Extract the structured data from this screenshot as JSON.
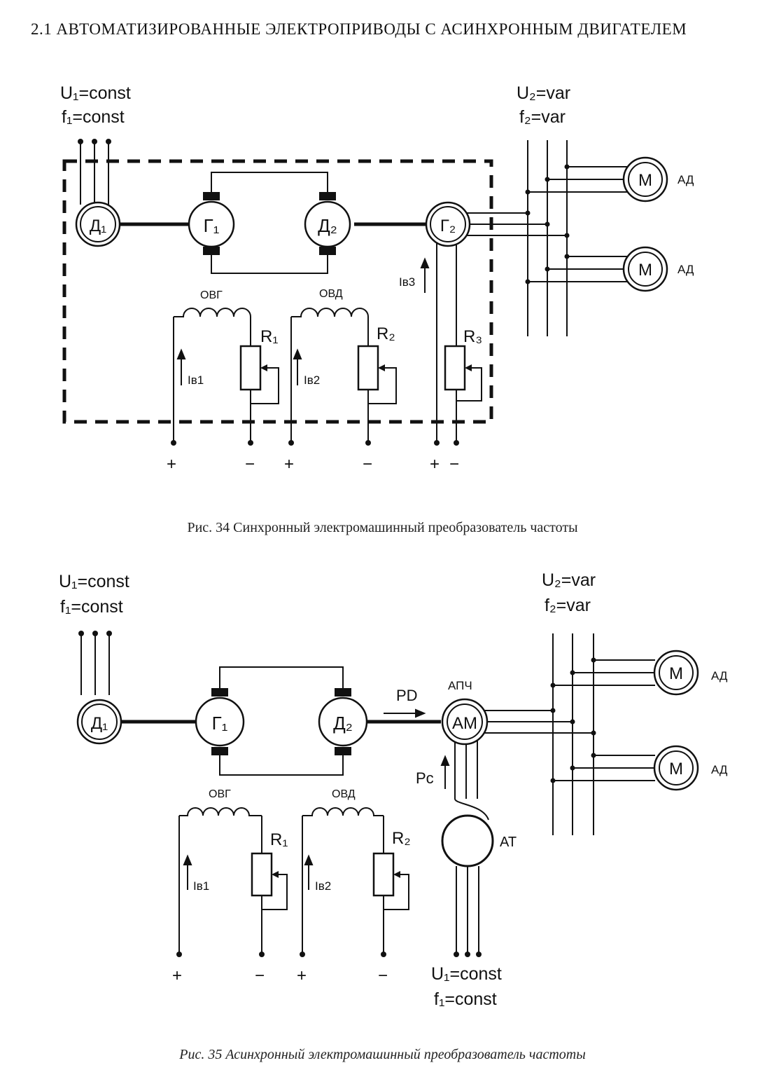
{
  "section_heading": "2.1 АВТОМАТИЗИРОВАННЫЕ ЭЛЕКТРОПРИВОДЫ С АСИНХРОННЫМ ДВИГАТЕЛЕМ",
  "fig34": {
    "caption": "Рис. 34 Синхронный электромашинный преобразователь частоты",
    "supply_u": "U₁=const",
    "supply_f": "f₁=const",
    "output_u": "U₂=var",
    "output_f": "f₂=var",
    "d1": "Д₁",
    "g1": "Г₁",
    "d2": "Д₂",
    "g2": "Г₂",
    "motor_symbol": "M",
    "motor_label": "АД",
    "ovg": "ОВГ",
    "ovd": "ОВД",
    "r1": "R₁",
    "r2": "R₂",
    "r3": "R₃",
    "iv1": "Iв1",
    "iv2": "Iв2",
    "iv3": "Iв3",
    "plus": "+",
    "minus": "−"
  },
  "fig35": {
    "caption": "Рис. 35 Асинхронный электромашинный преобразователь частоты",
    "supply_u": "U₁=const",
    "supply_f": "f₁=const",
    "output_u": "U₂=var",
    "output_f": "f₂=var",
    "bottom_u": "U₁=const",
    "bottom_f": "f₁=const",
    "d1": "Д₁",
    "g1": "Г₁",
    "d2": "Д₂",
    "am": "AM",
    "apch": "АПЧ",
    "at": "AT",
    "pd": "PD",
    "pc": "Pc",
    "motor_symbol": "M",
    "motor_label": "АД",
    "ovg": "ОВГ",
    "ovd": "ОВД",
    "r1": "R₁",
    "r2": "R₂",
    "iv1": "Iв1",
    "iv2": "Iв2",
    "plus": "+",
    "minus": "−"
  }
}
